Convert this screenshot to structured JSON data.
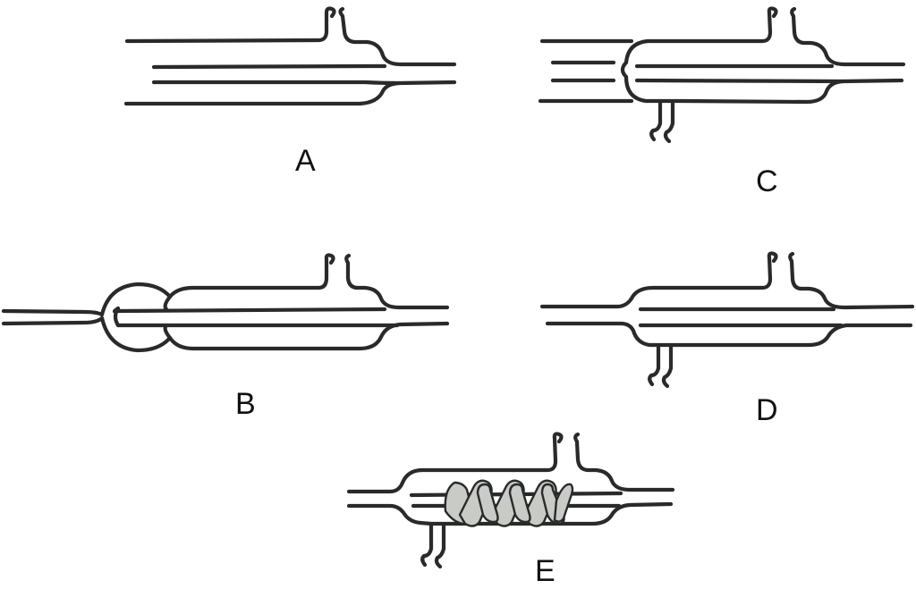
{
  "labels": {
    "a": "A",
    "b": "B",
    "c": "C",
    "d": "D",
    "e": "E"
  },
  "colors": {
    "line": "#2a2a2a",
    "coil_fill": "#c8cbc6",
    "background": "#ffffff"
  }
}
